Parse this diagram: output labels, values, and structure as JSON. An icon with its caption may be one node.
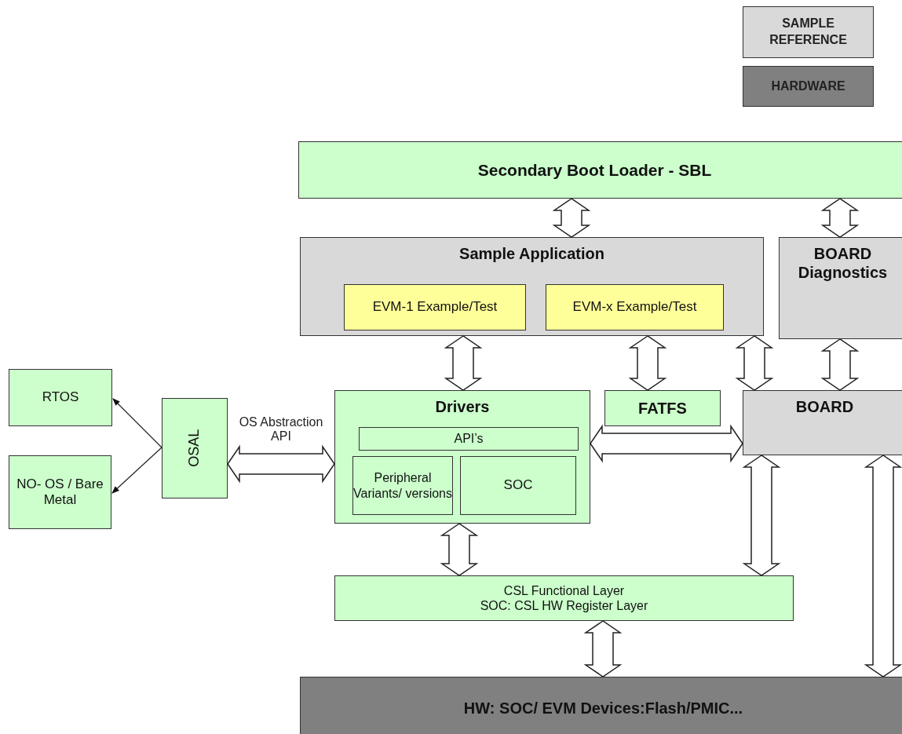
{
  "diagram": {
    "nodes": [
      {
        "text": [
          "Secondary Boot Loader - SBL"
        ]
      },
      {
        "text": [
          "Sample Application"
        ]
      },
      {
        "text": [
          "EVM-1 Example/Test"
        ],
        "in": 1
      },
      {
        "text": [
          "EVM-x Example/Test"
        ],
        "in": 1
      },
      {
        "text": [
          "BOARD Diagnostics"
        ]
      },
      {
        "text": [
          "RTOS"
        ]
      },
      {
        "text": [
          "NO- OS / Bare Metal"
        ]
      },
      {
        "text": [
          "OSAL"
        ]
      },
      {
        "text": [
          "Drivers"
        ]
      },
      {
        "text": [
          "API’s"
        ],
        "in": 8
      },
      {
        "text": [
          "Peripheral Variants/ versions"
        ],
        "in": 8
      },
      {
        "text": [
          "SOC"
        ],
        "in": 8
      },
      {
        "text": [
          "FATFS"
        ]
      },
      {
        "text": [
          "BOARD"
        ]
      },
      {
        "text": [
          "CSL Functional Layer",
          "SOC: CSL HW Register Layer"
        ]
      },
      {
        "text": [
          "HW: SOC/ EVM Devices:Flash/PMIC..."
        ]
      }
    ],
    "edges": [
      {
        "from": 0,
        "to": 1,
        "arrow": "both",
        "style": "thick"
      },
      {
        "from": 0,
        "to": 4,
        "arrow": "both",
        "style": "thick"
      },
      {
        "from": 1,
        "to": 8,
        "arrow": "both",
        "style": "thick"
      },
      {
        "from": 1,
        "to": 12,
        "arrow": "both",
        "style": "thick"
      },
      {
        "from": 1,
        "to": 13,
        "arrow": "both",
        "style": "thick"
      },
      {
        "from": 4,
        "to": 13,
        "arrow": "both",
        "style": "thick"
      },
      {
        "from": 7,
        "to": 8,
        "arrow": "both",
        "style": "thick",
        "label": "OS Abstraction API"
      },
      {
        "from": 8,
        "to": 13,
        "arrow": "both",
        "style": "thick"
      },
      {
        "from": 8,
        "to": 14,
        "arrow": "both",
        "style": "thick"
      },
      {
        "from": 13,
        "to": 14,
        "arrow": "both",
        "style": "thick"
      },
      {
        "from": 14,
        "to": 15,
        "arrow": "both",
        "style": "thick"
      },
      {
        "from": 13,
        "to": 15,
        "arrow": "both",
        "style": "thick"
      },
      {
        "from": 7,
        "to": 5,
        "arrow": "to"
      },
      {
        "from": 7,
        "to": 6,
        "arrow": "to"
      }
    ],
    "legend": [
      {
        "text": "SAMPLE REFERENCE",
        "color": "#d9d9d9"
      },
      {
        "text": "HARDWARE",
        "color": "#808080"
      }
    ]
  }
}
